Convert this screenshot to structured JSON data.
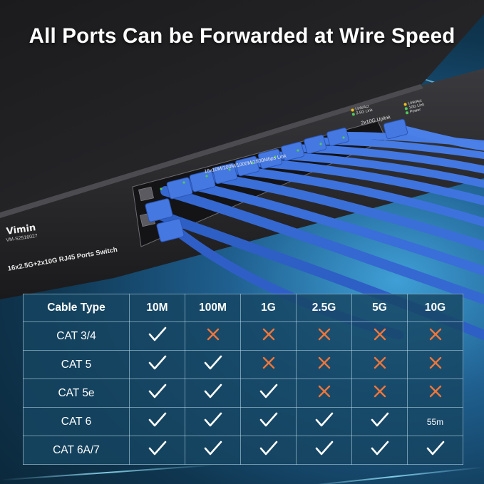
{
  "headline": "All Ports Can be Forwarded at Wire Speed",
  "device": {
    "brand": "Vimin",
    "model": "VM-S2516027",
    "description": "16x2.5G+2x10G RJ45 Ports Switch",
    "port_group_label": "16x10M/100M/1000M/2500Mbps Link",
    "uplink_label": "2x10G Uplink",
    "led_legend_left": [
      "Link/Act",
      "2.5G Link"
    ],
    "led_legend_right": [
      "Link/Act",
      "10G Link",
      "Power"
    ]
  },
  "colors": {
    "cable": "#3b6ed6",
    "check": "#ffffff",
    "cross": "#f0763a",
    "led_yellow": "#f3c018",
    "led_green": "#52c85a"
  },
  "table": {
    "header": [
      "Cable  Type",
      "10M",
      "100M",
      "1G",
      "2.5G",
      "5G",
      "10G"
    ],
    "rows": [
      {
        "label": "CAT 3/4",
        "cells": [
          "check",
          "cross",
          "cross",
          "cross",
          "cross",
          "cross"
        ]
      },
      {
        "label": "CAT 5",
        "cells": [
          "check",
          "check",
          "cross",
          "cross",
          "cross",
          "cross"
        ]
      },
      {
        "label": "CAT 5e",
        "cells": [
          "check",
          "check",
          "check",
          "cross",
          "cross",
          "cross"
        ]
      },
      {
        "label": "CAT 6",
        "cells": [
          "check",
          "check",
          "check",
          "check",
          "check",
          "55m"
        ]
      },
      {
        "label": "CAT 6A/7",
        "cells": [
          "check",
          "check",
          "check",
          "check",
          "check",
          "check"
        ]
      }
    ]
  }
}
